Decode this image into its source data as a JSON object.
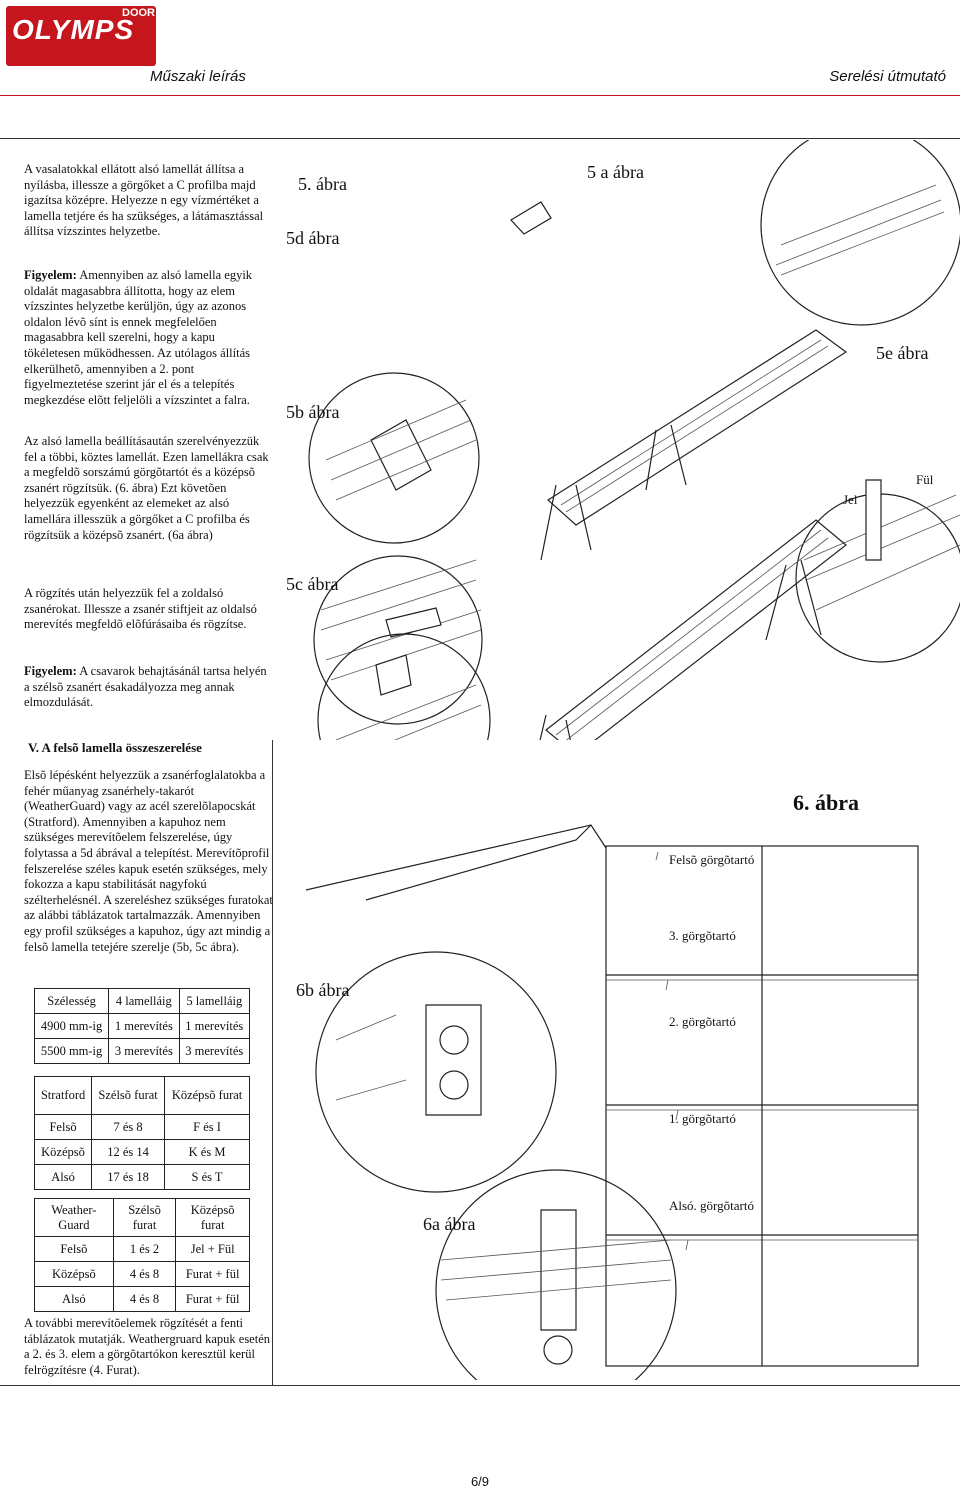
{
  "header": {
    "brand": "OLYMPS",
    "brand_sub": "DOOR",
    "left_title": "Műszaki leírás",
    "right_title": "Serelési útmutató"
  },
  "text": {
    "p1": "A vasalatokkal ellátott alsó lamellát állítsa a nyílásba, illessze a görgőket a C profilba majd igazítsa középre. Helyezze n egy vízmértéket a lamella tetjére és ha szükséges, a látámasztással állítsa vízszintes helyzetbe.",
    "p2_label": "Figyelem:",
    "p2": " Amennyiben az alsó lamella egyik oldalát magasabbra állította, hogy az elem vízszintes helyzetbe kerüljön, úgy az azonos oldalon lévõ sínt is ennek megfelelően magasabbra kell szerelni, hogy a kapu tökéletesen működhessen. Az utólagos állítás elkerülhetõ, amennyiben a 2. pont figyelmeztetése szerint jár el és a telepítés megkezdése elõtt feljelöli a vízszintet a falra.",
    "p3": "Az alsó lamella beállításaután szerelvényezzük fel a többi, köztes lamellát. Ezen lamellákra csak a megfeldõ sorszámú görgõtartót és a középsõ zsanért rögzítsük. (6. ábra) Ezt követõen helyezzük egyenként az elemeket az alsó lamellára illesszük a görgőket a C profilba és rögzítsük a középsõ zsanért. (6a ábra)",
    "p4": "A rögzítés után helyezzük fel a zoldalsó zsanérokat. Illessze a zsanér stiftjeit az oldalsó merevítés megfeldõ elõfúrásaiba és rögzítse.",
    "p5_label": "Figyelem:",
    "p5": " A csavarok behajtásánál tartsa helyén a szélsõ zsanért ésakadályozza meg annak elmozdulását.",
    "section_title": "V. A felsõ lamella összeszerelése",
    "p6": "Elsõ lépésként helyezzük a zsanérfoglalatokba a fehér műanyag zsanérhely-takarót (WeatherGuard) vagy az acél szerelõlapocskát (Stratford). Amennyiben a kapuhoz nem szükséges merevítõelem felszerelése, úgy folytassa a 5d ábrával a telepítést. Merevítõprofil felszerelése széles kapuk esetén szükséges, mely fokozza a kapu stabilitását nagyfokú szélterhelésnél. A szereléshez szükséges furatokat az alábbi táblázatok tartalmazzák. Amennyiben egy profil szükséges a kapuhoz, úgy azt mindig a felsõ lamella tetejére szerelje (5b, 5c ábra).",
    "p7": "A további merevítõelemek rögzítését a fenti táblázatok mutatják. Weathergruard kapuk esetén a 2. és 3. elem a görgõtartókon keresztül kerül felrögzítésre (4. Furat)."
  },
  "tables": {
    "width": {
      "rows": [
        [
          "Szélesség",
          "4 lamelláig",
          "5 lamelláig"
        ],
        [
          "4900 mm-ig",
          "1 merevítés",
          "1 merevítés"
        ],
        [
          "5500 mm-ig",
          "3 merevítés",
          "3 merevítés"
        ]
      ]
    },
    "stratford": {
      "rows": [
        [
          "Stratford",
          "Szélsõ furat",
          "Középsõ furat"
        ],
        [
          "Felsõ",
          "7 és 8",
          "F és I"
        ],
        [
          "Középsõ",
          "12 és 14",
          "K és M"
        ],
        [
          "Alsó",
          "17 és 18",
          "S és T"
        ]
      ]
    },
    "weatherguard": {
      "rows": [
        [
          "Weather-Guard",
          "Szélsõ furat",
          "Középsõ furat"
        ],
        [
          "Felsõ",
          "1 és 2",
          "Jel + Fül"
        ],
        [
          "Középsõ",
          "4 és 8",
          "Furat + fül"
        ],
        [
          "Alsó",
          "4 és 8",
          "Furat + fül"
        ]
      ]
    }
  },
  "figures": {
    "fig5": "5. ábra",
    "fig5a": "5 a ábra",
    "fig5d": "5d ábra",
    "fig5b": "5b ábra",
    "fig5c": "5c ábra",
    "fig5e": "5e ábra",
    "jel": "Jel",
    "ful": "Fül",
    "fig6": "6. ábra",
    "fig6b": "6b ábra",
    "fig6a": "6a ábra",
    "c_top": "Felsõ görgõtartó",
    "c_3": "3. görgõtartó",
    "c_2": "2. görgõtartó",
    "c_1": "1. görgõtartó",
    "c_bottom": "Alsó. görgõtartó"
  },
  "footer": {
    "page": "6/9"
  },
  "colors": {
    "brand_red": "#c4161c"
  }
}
